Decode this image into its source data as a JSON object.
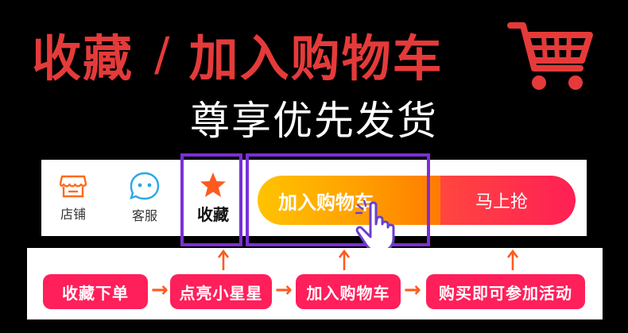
{
  "headline": {
    "part1": "收藏",
    "slash": "/",
    "part2": "加入购物车"
  },
  "subline": "尊享优先发货",
  "bar": {
    "store_label": "店铺",
    "service_label": "客服",
    "favorite_label": "收藏",
    "add_cart_label": "加入购物车",
    "buy_now_label": "马上抢"
  },
  "steps": {
    "step1": "收藏下单",
    "step2": "点亮小星星",
    "step3": "加入购物车",
    "step4": "购买即可参加活动",
    "arrow": "→"
  },
  "colors": {
    "headline_red": "#e53a3a",
    "highlight_purple": "#7b2fd6",
    "step_pink": "#ff1f5a",
    "cart_orange": "#ffa000",
    "buy_red": "#ff1f55",
    "arrow_orange": "#ff5a1f"
  },
  "icons": [
    "shopping-cart-icon",
    "store-icon",
    "chat-bubble-icon",
    "star-icon",
    "pointer-hand-icon",
    "arrow-up-icon",
    "arrow-right-icon"
  ]
}
